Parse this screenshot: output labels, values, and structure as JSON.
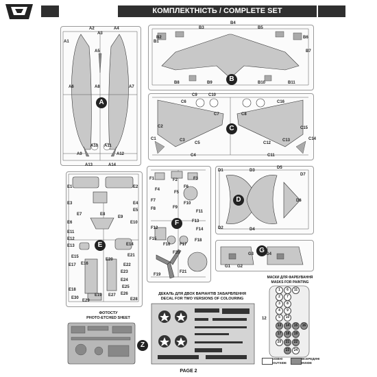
{
  "header": {
    "title": "КОМПЛЕКТНІСТЬ / COMPLETE SET"
  },
  "sprues": {
    "A": {
      "letter": "A",
      "parts": [
        "A1",
        "A2",
        "A3",
        "A4",
        "A5",
        "A6",
        "A7",
        "A8",
        "A9",
        "A10",
        "A11",
        "A12",
        "A13",
        "A14"
      ]
    },
    "B": {
      "letter": "B",
      "parts": [
        "B1",
        "B2",
        "B3",
        "B4",
        "B5",
        "B6",
        "B7",
        "B8",
        "B9",
        "B10",
        "B11"
      ]
    },
    "C": {
      "letter": "C",
      "parts": [
        "C1",
        "C2",
        "C3",
        "C4",
        "C5",
        "C6",
        "C7",
        "C8",
        "C9",
        "C10",
        "C11",
        "C12",
        "C13",
        "C14",
        "C15",
        "C16"
      ]
    },
    "D": {
      "letter": "D",
      "parts": [
        "D1",
        "D2",
        "D3",
        "D4",
        "D5",
        "D6",
        "D7"
      ]
    },
    "E": {
      "letter": "E",
      "parts": [
        "E1",
        "E2",
        "E3",
        "E4",
        "E5",
        "E6",
        "E7",
        "E8",
        "E9",
        "E10",
        "E11",
        "E12",
        "E13",
        "E14",
        "E15",
        "E16",
        "E17",
        "E18",
        "E19",
        "E20",
        "E21",
        "E22",
        "E23",
        "E24",
        "E25",
        "E26",
        "E27",
        "E28",
        "E29",
        "E30"
      ]
    },
    "F": {
      "letter": "F",
      "parts": [
        "F1",
        "F2",
        "F3",
        "F4",
        "F5",
        "F6",
        "F7",
        "F8",
        "F9",
        "F10",
        "F11",
        "F12",
        "F13",
        "F14",
        "F15",
        "F16",
        "F17",
        "F18",
        "F19",
        "F20",
        "F21"
      ]
    },
    "G": {
      "letter": "G",
      "parts": [
        "G1",
        "G2",
        "G3",
        "G4"
      ]
    },
    "Z": {
      "letter": "Z"
    }
  },
  "decal": {
    "title_ua": "ДЕКАЛЬ ДЛЯ ДВОХ ВАРІАНТІВ ЗАБАРВЛЕННЯ",
    "title_en": "DECAL FOR TWO VERSIONS OF COLOURING"
  },
  "etch": {
    "title_ua": "ФОТОСТУ",
    "title_en": "PHOTO-ETCHED SHEET"
  },
  "masks": {
    "title_ua": "МАСКИ ДЛЯ ФАРБУВАННЯ",
    "title_en": "MASKS FOR PAINTING",
    "outside_ua": "ЗОВНІ",
    "outside_en": "OUTSIDE",
    "inside_ua": "ВСЕРЕДИНІ",
    "inside_en": "INSIDE",
    "numbers": [
      "1",
      "2",
      "3",
      "4",
      "5",
      "6",
      "7",
      "8",
      "9",
      "10",
      "11",
      "12",
      "13",
      "14",
      "15",
      "16",
      "17",
      "18",
      "19",
      "20",
      "21",
      "22",
      "23",
      "24"
    ],
    "colors": {
      "outside": "#ffffff",
      "inside": "#8c8c8c"
    }
  },
  "footer": {
    "page": "PAGE 2"
  }
}
